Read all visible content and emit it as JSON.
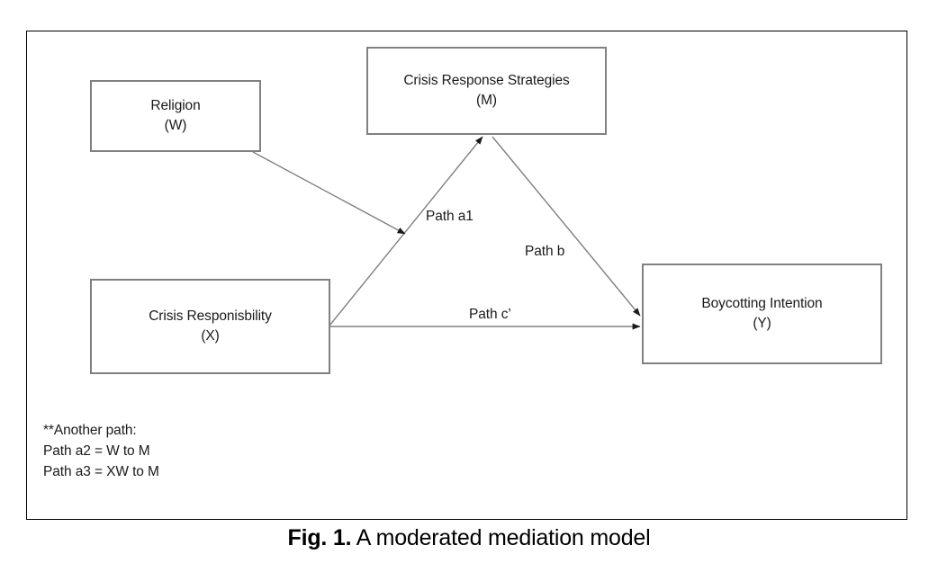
{
  "figure": {
    "caption_label": "Fig. 1.",
    "caption_text": " A moderated mediation model",
    "frame_border_color": "#000000",
    "box_border_color": "#808080",
    "text_color": "#1a1a1a",
    "background_color": "#ffffff"
  },
  "nodes": [
    {
      "id": "W",
      "name": "religion",
      "line1": "Religion",
      "line2": "(W)"
    },
    {
      "id": "M",
      "name": "crisis-response-strategies",
      "line1": "Crisis Response Strategies",
      "line2": "(M)"
    },
    {
      "id": "X",
      "name": "crisis-responsibility",
      "line1": "Crisis Responisbility",
      "line2": "(X)"
    },
    {
      "id": "Y",
      "name": "boycotting-intention",
      "line1": "Boycotting Intention",
      "line2": "(Y)"
    }
  ],
  "paths": [
    {
      "id": "a1",
      "label": "Path a1",
      "from": "X",
      "to": "M"
    },
    {
      "id": "b",
      "label": "Path b",
      "from": "M",
      "to": "Y"
    },
    {
      "id": "c",
      "label": "Path c’",
      "from": "X",
      "to": "Y"
    },
    {
      "id": "w-moderator",
      "label": "",
      "from": "W",
      "to": "path-a1"
    }
  ],
  "footnote": {
    "line1": "**Another path:",
    "line2": "Path a2 = W to M",
    "line3": "Path a3 = XW to M"
  }
}
